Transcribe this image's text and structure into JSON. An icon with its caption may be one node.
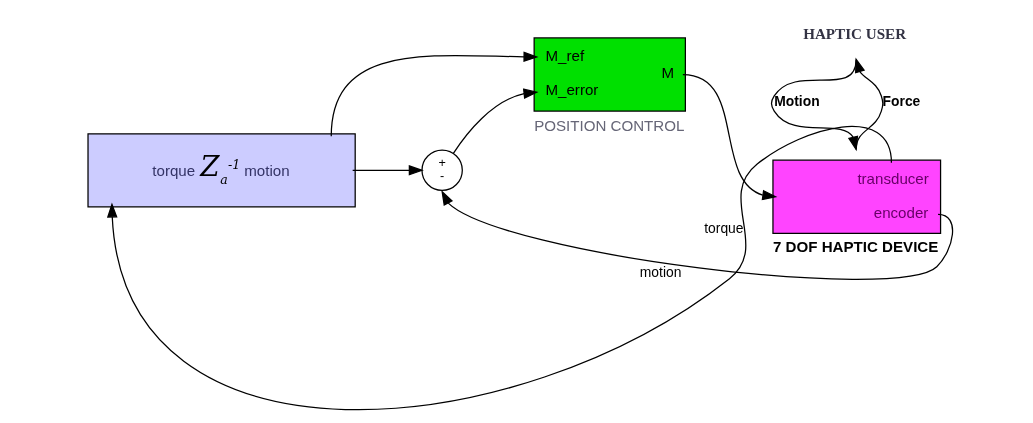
{
  "diagram": {
    "nodes": [
      {
        "text": [
          "torque",
          "Z$_{a}$$^{-1}$",
          "motion"
        ]
      },
      {
        "text": [
          "+",
          "-"
        ]
      },
      {
        "text": [
          "M_ref",
          "M_error",
          "M",
          "POSITION CONTROL"
        ]
      },
      {
        "text": [
          "transducer",
          "encoder",
          "7 DOF HAPTIC DEVICE"
        ]
      },
      {
        "text": [
          "HAPTIC USER"
        ]
      }
    ],
    "edges": [
      {
        "from": 0,
        "to": 2,
        "arrow": "to"
      },
      {
        "from": 0,
        "to": 1,
        "arrow": "to"
      },
      {
        "from": 1,
        "to": 2,
        "arrow": "to"
      },
      {
        "from": 2,
        "to": 3,
        "arrow": "to"
      },
      {
        "from": 3,
        "to": 4,
        "arrow": "to",
        "label": "Force"
      },
      {
        "from": 4,
        "to": 3,
        "arrow": "to",
        "label": "Motion"
      },
      {
        "from": 3,
        "to": 1,
        "arrow": "to",
        "label": "motion"
      },
      {
        "from": 3,
        "to": 0,
        "arrow": "to",
        "label": "torque"
      }
    ]
  }
}
